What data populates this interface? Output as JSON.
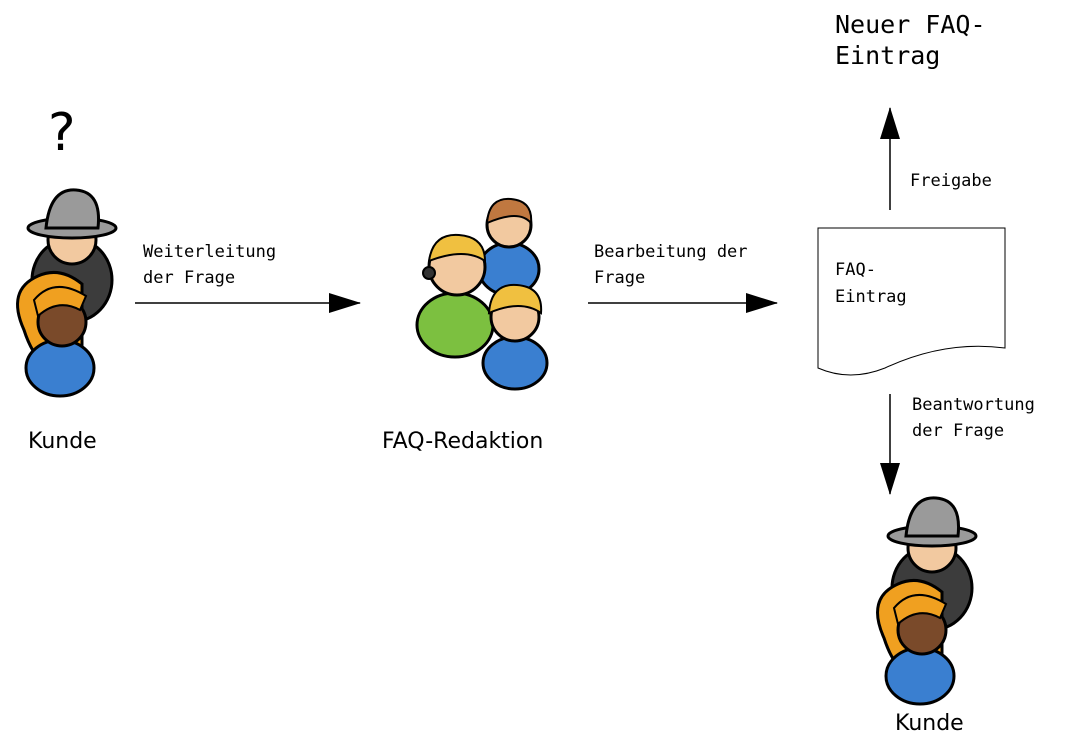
{
  "question_mark": "?",
  "customer_left": {
    "label": "Kunde"
  },
  "editorial": {
    "label": "FAQ-Redaktion"
  },
  "customer_bottom": {
    "label": "Kunde"
  },
  "arrow_forward": {
    "label_line1": "Weiterleitung",
    "label_line2": "der Frage"
  },
  "arrow_processing": {
    "label_line1": "Bearbeitung der",
    "label_line2": "Frage"
  },
  "arrow_release": {
    "label": "Freigabe"
  },
  "arrow_answer": {
    "label_line1": "Beantwortung",
    "label_line2": "der Frage"
  },
  "faq_document": {
    "line1": "FAQ-",
    "line2": "Eintrag"
  },
  "new_entry": {
    "line1": "Neuer FAQ-",
    "line2": "Eintrag"
  },
  "colors": {
    "hat_gray": "#9a9a9a",
    "hair_orange": "#f0a020",
    "shirt_blue": "#3a7fd0",
    "shirt_green": "#7cc040",
    "skin": "#f2c9a0",
    "skin_dark": "#7a4a2a"
  }
}
